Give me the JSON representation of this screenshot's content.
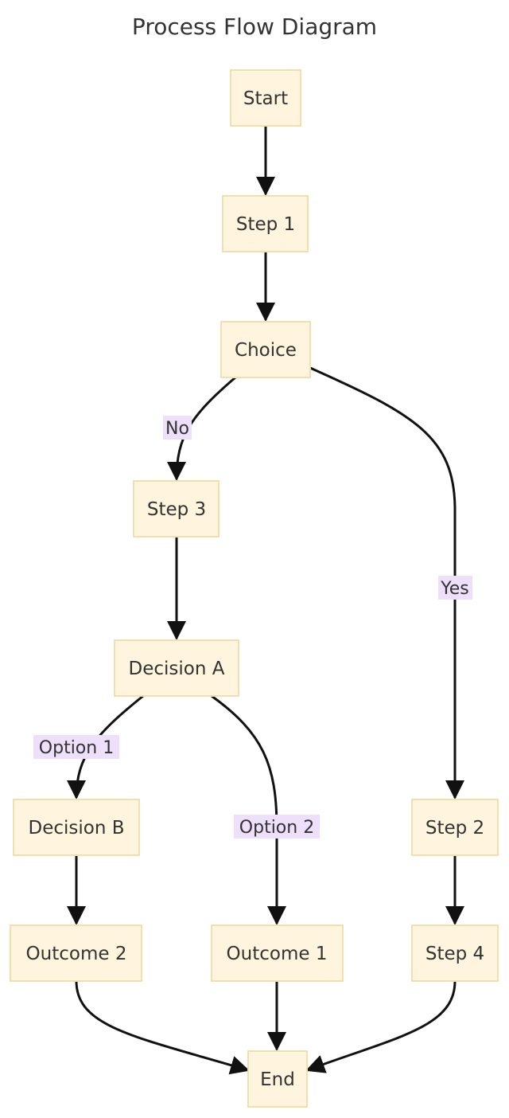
{
  "title": "Process Flow Diagram",
  "colors": {
    "node_fill": "#fff4dd",
    "node_stroke": "#f1dfad",
    "edge": "#111111",
    "label_bg": "#eedffa",
    "text": "#333333"
  },
  "nodes": {
    "start": "Start",
    "step1": "Step 1",
    "choice": "Choice",
    "step3": "Step 3",
    "decisionA": "Decision A",
    "decisionB": "Decision B",
    "outcome2": "Outcome 2",
    "outcome1": "Outcome 1",
    "step2": "Step 2",
    "step4": "Step 4",
    "end": "End"
  },
  "edge_labels": {
    "no": "No",
    "yes": "Yes",
    "option1": "Option 1",
    "option2": "Option 2"
  },
  "edges": [
    {
      "from": "Start",
      "to": "Step 1",
      "label": ""
    },
    {
      "from": "Step 1",
      "to": "Choice",
      "label": ""
    },
    {
      "from": "Choice",
      "to": "Step 3",
      "label": "No"
    },
    {
      "from": "Choice",
      "to": "Step 2",
      "label": "Yes"
    },
    {
      "from": "Step 3",
      "to": "Decision A",
      "label": ""
    },
    {
      "from": "Decision A",
      "to": "Decision B",
      "label": "Option 1"
    },
    {
      "from": "Decision A",
      "to": "Outcome 1",
      "label": "Option 2"
    },
    {
      "from": "Decision B",
      "to": "Outcome 2",
      "label": ""
    },
    {
      "from": "Step 2",
      "to": "Step 4",
      "label": ""
    },
    {
      "from": "Outcome 2",
      "to": "End",
      "label": ""
    },
    {
      "from": "Outcome 1",
      "to": "End",
      "label": ""
    },
    {
      "from": "Step 4",
      "to": "End",
      "label": ""
    }
  ]
}
